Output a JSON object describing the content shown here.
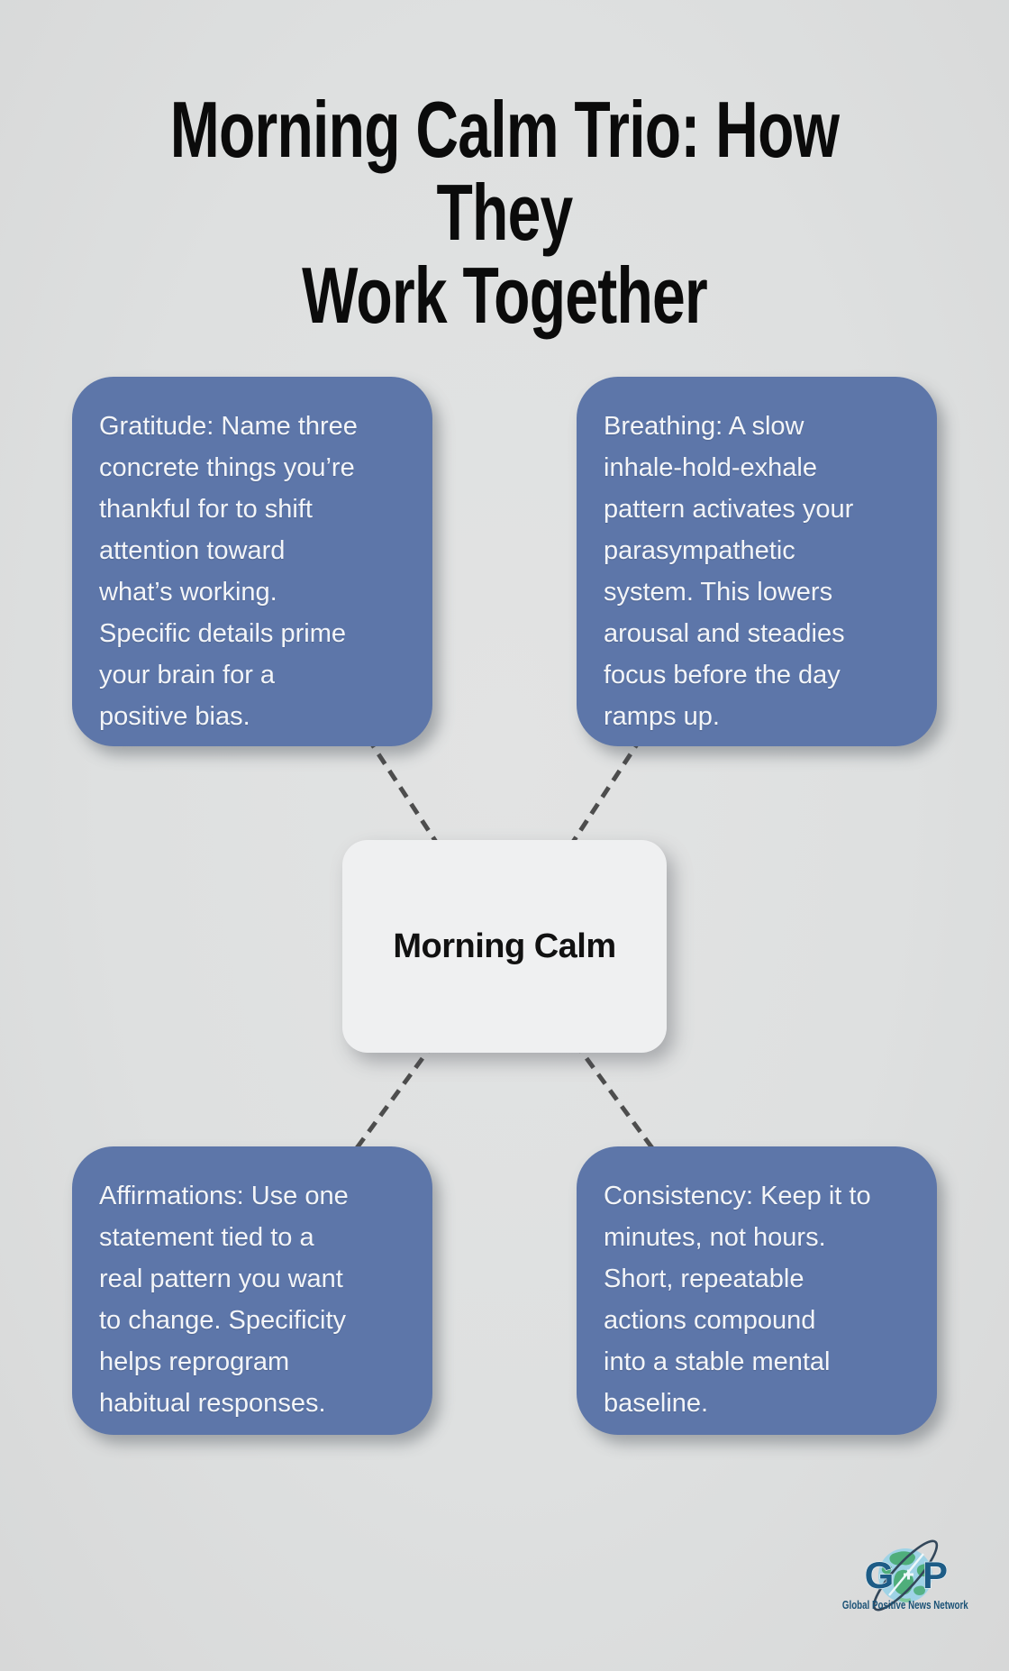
{
  "title": {
    "lines": [
      "Morning Calm Trio: How They",
      "Work Together"
    ]
  },
  "center": {
    "label": "Morning Calm"
  },
  "nodes": [
    {
      "id": "gratitude",
      "lines": [
        "Gratitude: Name three",
        "concrete things you’re",
        "thankful for to shift",
        "attention toward",
        "what’s working.",
        "Specific details prime",
        "your brain for a",
        "positive bias."
      ]
    },
    {
      "id": "breathing",
      "lines": [
        "Breathing: A slow",
        "inhale-hold-exhale",
        "pattern activates your",
        "parasympathetic",
        "system. This lowers",
        "arousal and steadies",
        "focus before the day",
        "ramps up."
      ]
    },
    {
      "id": "affirmations",
      "lines": [
        "Affirmations: Use one",
        "statement tied to a",
        "real pattern you want",
        "to change. Specificity",
        "helps reprogram",
        "habitual responses."
      ]
    },
    {
      "id": "consistency",
      "lines": [
        "Consistency: Keep it to",
        "minutes, not hours.",
        "Short, repeatable",
        "actions compound",
        "into a stable mental",
        "baseline."
      ]
    }
  ],
  "footer": {
    "logo_letter_left": "G",
    "logo_letter_right": "P",
    "caption": "Global Positive News Network"
  },
  "colors": {
    "background": "#dee0e0",
    "node_fill": "#5d76a9",
    "node_text": "#f3f5f8",
    "center_fill": "#eff0f1",
    "center_text": "#111111",
    "title_text": "#0b0b0b",
    "connector": "#4d4d4d",
    "logo_letters": "#1d5c86",
    "logo_caption": "#1b5276",
    "globe_water": "#9fd3e6",
    "globe_land": "#4fae7b"
  }
}
